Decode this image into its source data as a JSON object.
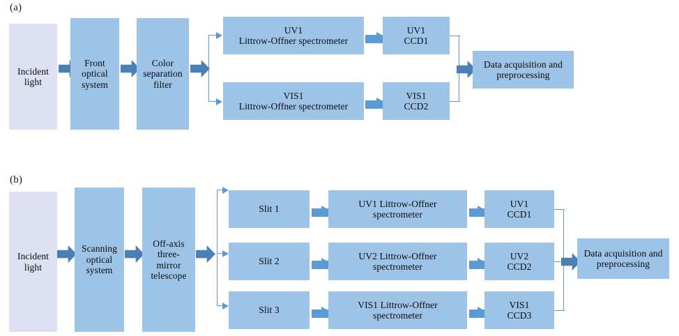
{
  "figure": {
    "type": "block-diagram",
    "panels": [
      {
        "id": "a",
        "label": "(a)",
        "nodes": [
          {
            "id": "a-incident-light",
            "text": "Incident\nlight"
          },
          {
            "id": "a-front-optical-system",
            "text": "Front\noptical\nsystem"
          },
          {
            "id": "a-color-separation-filter",
            "text": "Color\nseparation\nfilter"
          },
          {
            "id": "a-uv1-spectrometer",
            "text": "UV1\nLittrow-Offner spectrometer"
          },
          {
            "id": "a-vis1-spectrometer",
            "text": "VIS1\nLittrow-Offner spectrometer"
          },
          {
            "id": "a-uv1-ccd1",
            "text": "UV1\nCCD1"
          },
          {
            "id": "a-vis1-ccd2",
            "text": "VIS1\nCCD2"
          },
          {
            "id": "a-data-acquisition",
            "text": "Data acquisition and\npreprocessing"
          }
        ]
      },
      {
        "id": "b",
        "label": "(b)",
        "nodes": [
          {
            "id": "b-incident-light",
            "text": "Incident\nlight"
          },
          {
            "id": "b-scanning-optical-system",
            "text": "Scanning\noptical\nsystem"
          },
          {
            "id": "b-off-axis-telescope",
            "text": "Off-axis\nthree-\nmirror\ntelescope"
          },
          {
            "id": "b-slit-1",
            "text": "Slit 1"
          },
          {
            "id": "b-slit-2",
            "text": "Slit 2"
          },
          {
            "id": "b-slit-3",
            "text": "Slit 3"
          },
          {
            "id": "b-uv1-spectrometer",
            "text": "UV1 Littrow-Offner\nspectrometer"
          },
          {
            "id": "b-uv2-spectrometer",
            "text": "UV2 Littrow-Offner\nspectrometer"
          },
          {
            "id": "b-vis1-spectrometer",
            "text": "VIS1 Littrow-Offner\nspectrometer"
          },
          {
            "id": "b-uv1-ccd1",
            "text": "UV1\nCCD1"
          },
          {
            "id": "b-uv2-ccd2",
            "text": "UV2\nCCD2"
          },
          {
            "id": "b-vis1-ccd3",
            "text": "VIS1\nCCD3"
          },
          {
            "id": "b-data-acquisition",
            "text": "Data acquisition and\npreprocessing"
          }
        ]
      }
    ],
    "colors": {
      "node_fill": "#9dc3e6",
      "node_fill_pale": "#dde1f2",
      "thick_arrow": "#4a80b4",
      "thin_connector": "#5b9bd5",
      "text": "#0b0b0b",
      "background": "#ffffff"
    }
  }
}
